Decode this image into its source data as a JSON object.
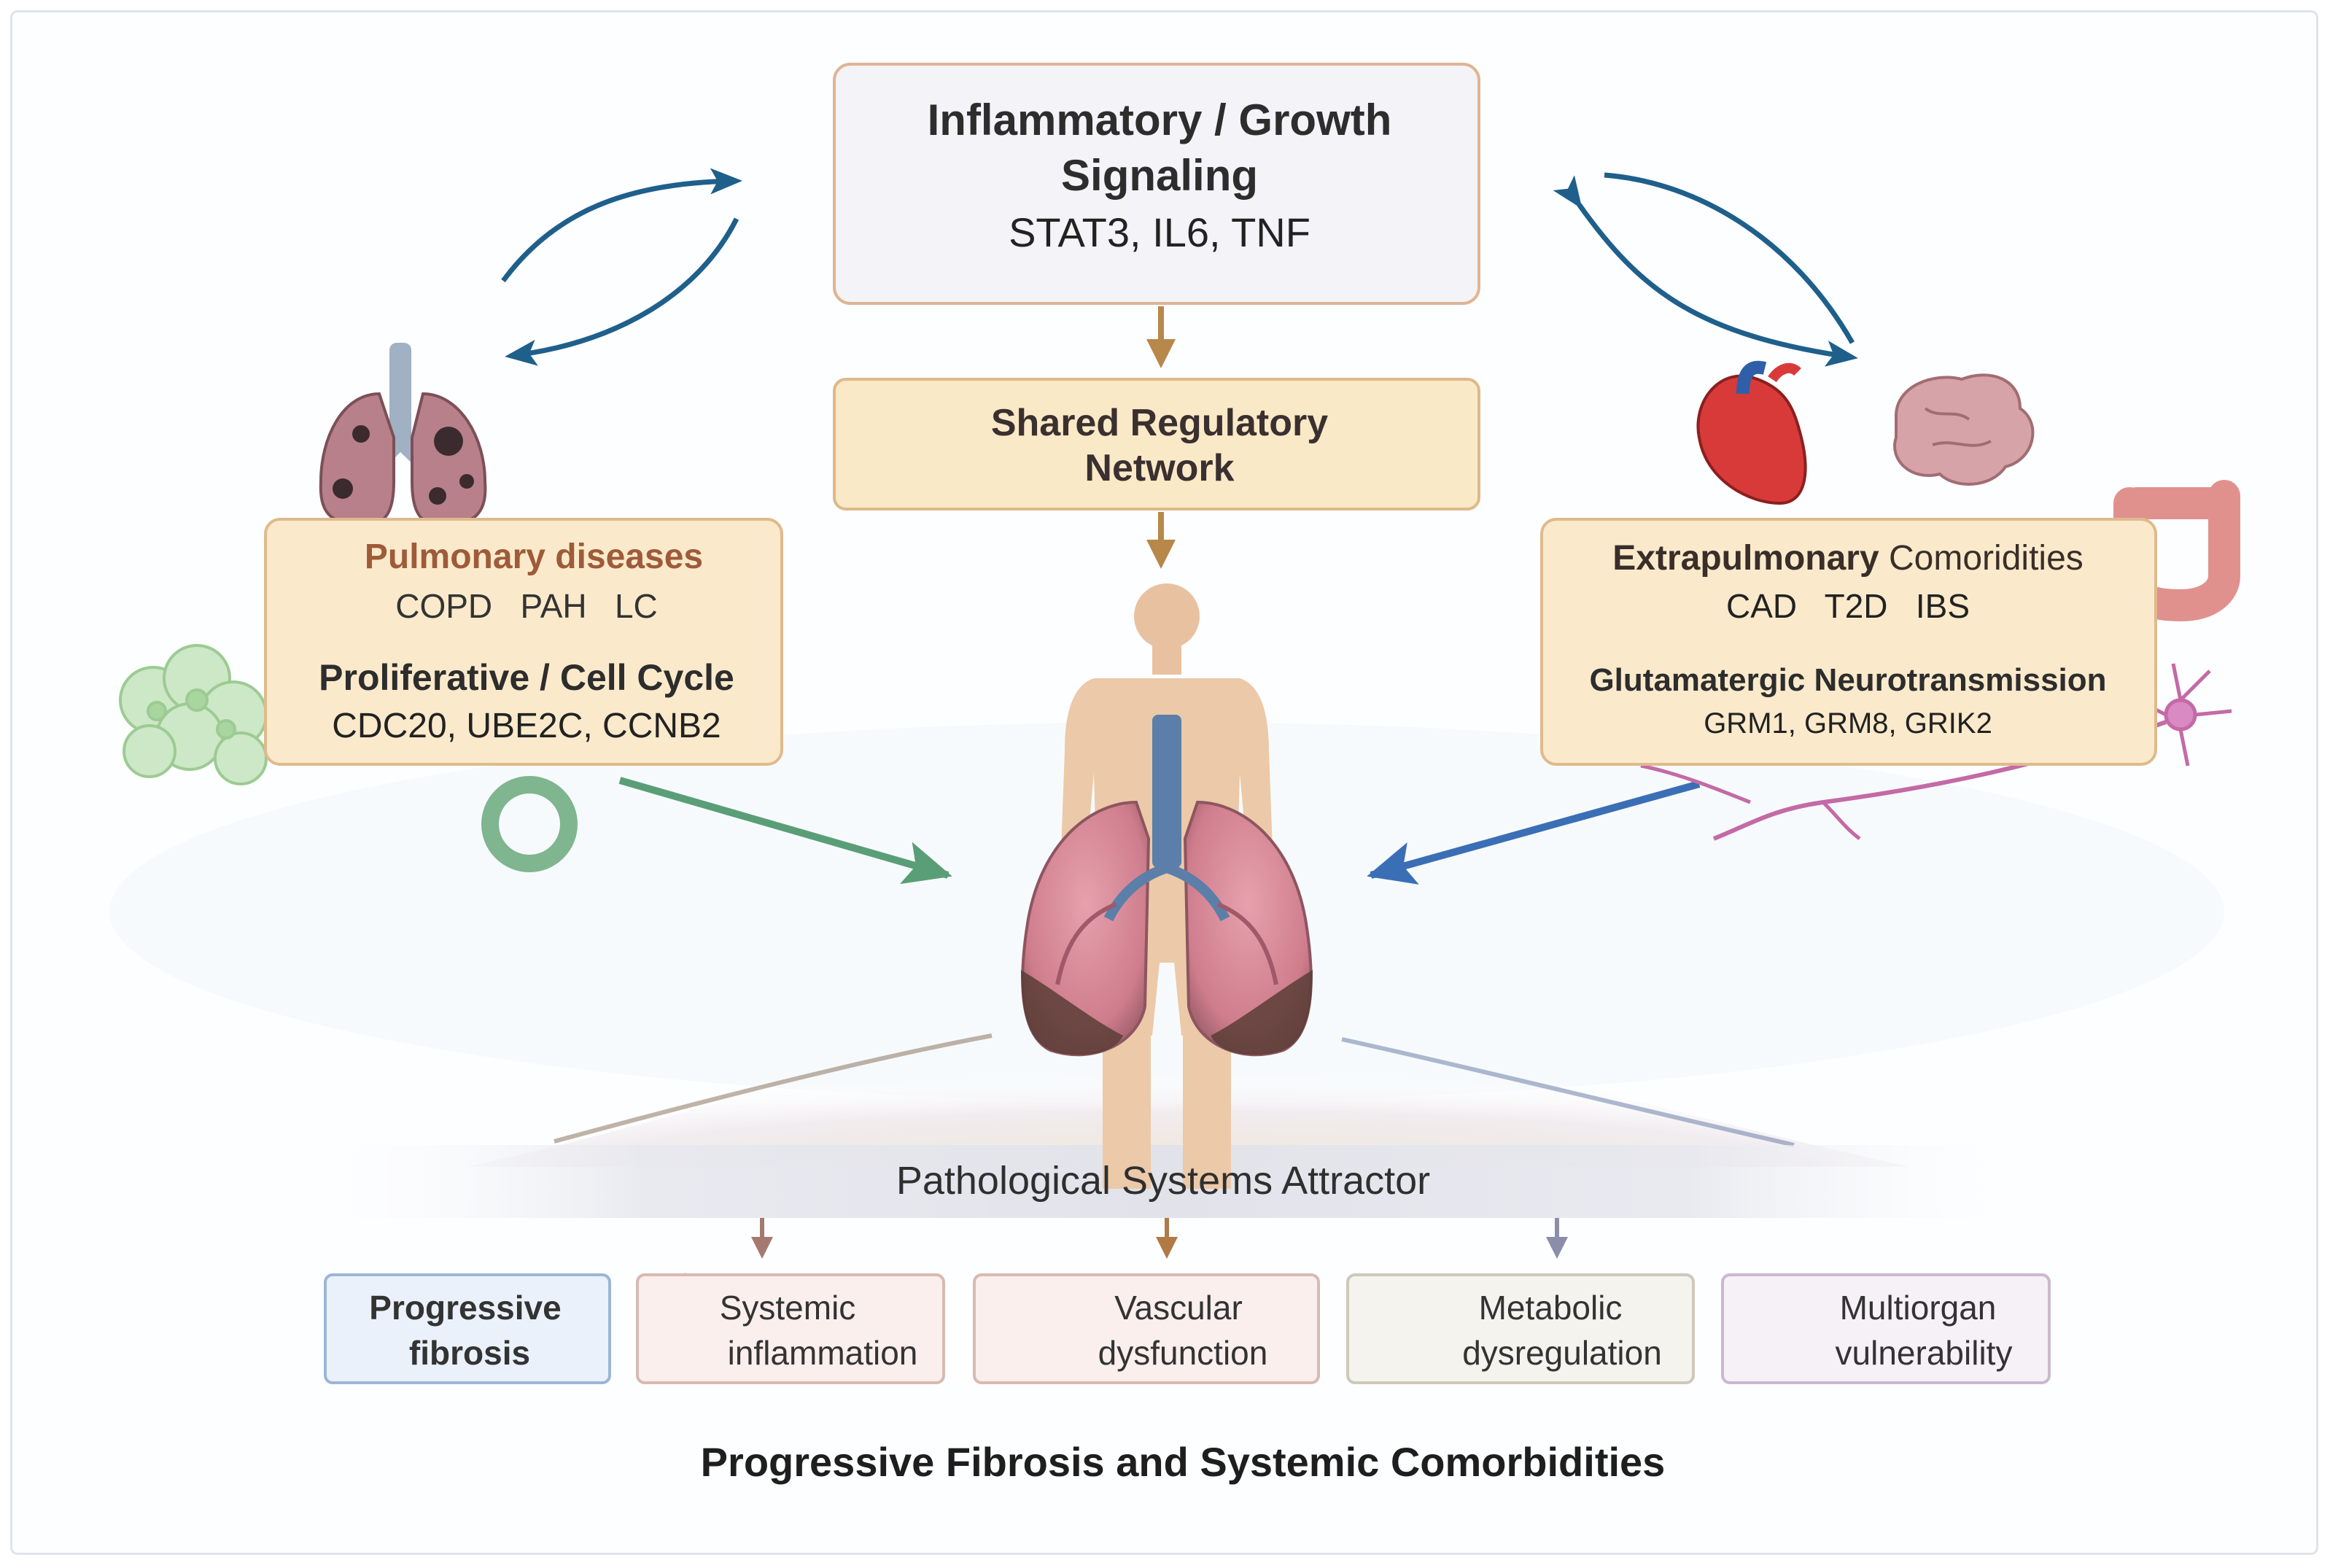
{
  "top_box": {
    "title_line1": "Inflammatory / Growth",
    "title_line2": "Signaling",
    "genes": "STAT3, IL6,  TNF"
  },
  "shared_box": {
    "line1": "Shared Regulatory",
    "line2": "Network"
  },
  "left_box": {
    "title": "Pulmonary diseases",
    "diseases": "COPD   PAH   LC",
    "subtitle": "Proliferative / Cell Cycle",
    "genes": "CDC20, UBE2C, CCNB2"
  },
  "right_box": {
    "title_bold": "Extrapulmonary",
    "title_rest": " Comoridities",
    "diseases": "CAD   T2D   IBS",
    "subtitle": "Glutamatergic Neurotransmission",
    "genes": "GRM1, GRM8, GRIK2"
  },
  "attractor_label": "Pathological Systems Attractor",
  "outcomes": [
    {
      "line1": "Progressive",
      "line2": "fibrosis",
      "icon": "none"
    },
    {
      "line1": "Systemic",
      "line2": "inflammation",
      "icon": "flame-icon"
    },
    {
      "line1": "Vascular",
      "line2": "dysfunction",
      "icon": "heart-icon"
    },
    {
      "line1": "Metabolic",
      "line2": "dysregulation",
      "icon": "liver-icon"
    },
    {
      "line1": "Multiorgan",
      "line2": "vulnerability",
      "icon": "kidney-icon"
    }
  ],
  "footer_title": "Progressive Fibrosis and Systemic Comorbidities",
  "colors": {
    "feedback_arrow": "#1f5f8b",
    "flow_arrow": "#b8874a",
    "green_arrow": "#5a9e78",
    "blue_arrow": "#3b6fb5"
  }
}
